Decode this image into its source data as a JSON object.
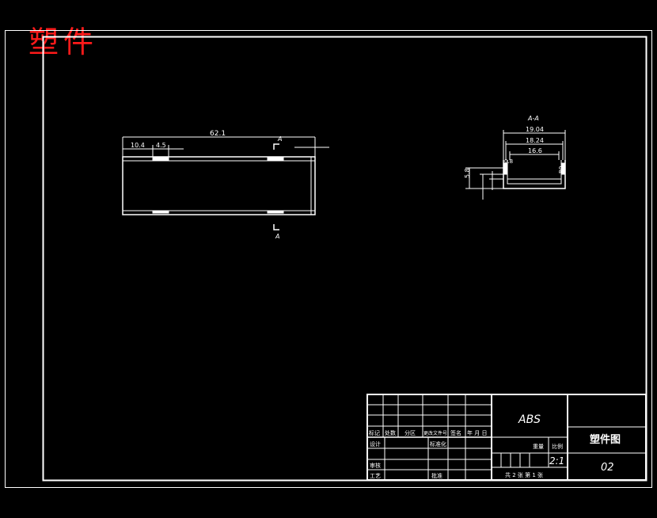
{
  "stamp_text": "塑件",
  "front_view": {
    "dim_overall": "62.1",
    "dim_left": "10.4",
    "dim_slot": "4.5",
    "section_mark_top": "A",
    "section_mark_bottom": "A"
  },
  "section_view": {
    "title": "A-A",
    "dim_1": "19.04",
    "dim_2": "18.24",
    "dim_3": "16.6",
    "dim_small": "0.8",
    "dim_height": "5.8",
    "dim_right": "R0"
  },
  "title_block": {
    "material": "ABS",
    "drawing_name": "塑件图",
    "drawing_number": "02",
    "scale": "2:1",
    "sheets": "共 2 张  第 1 张",
    "labels": {
      "mark": "标记",
      "count": "处数",
      "zone": "分区",
      "change_doc": "更改文件号",
      "signature": "签名",
      "date": "年 月 日",
      "design": "设计",
      "standardize": "标准化",
      "review": "审核",
      "process": "工艺",
      "approve": "批准",
      "weight": "重量",
      "scale_label": "比例"
    }
  },
  "colors": {
    "background": "#000000",
    "lines": "#ffffff",
    "stamp": "#ff1a1a"
  }
}
